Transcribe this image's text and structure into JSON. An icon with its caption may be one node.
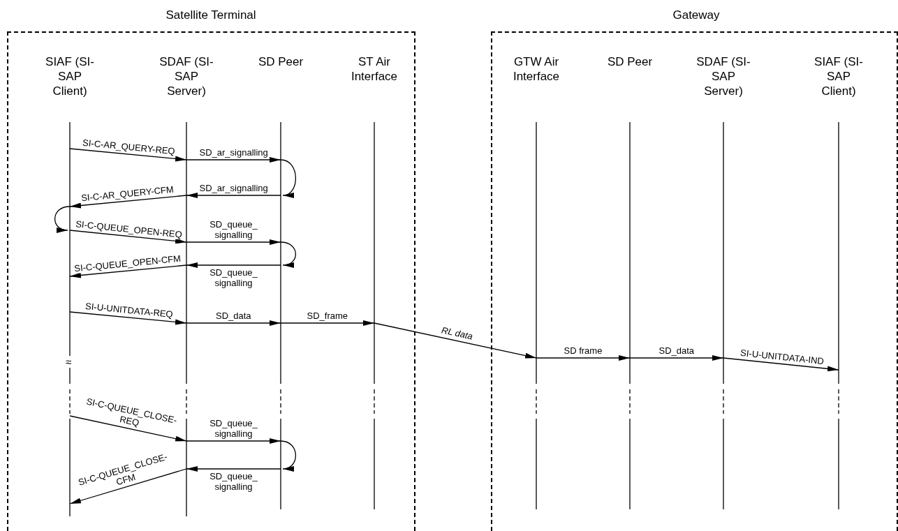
{
  "diagram": {
    "nodes": [
      {
        "text": [
          "Satellite Terminal"
        ]
      },
      {
        "text": [
          "Gateway"
        ]
      },
      {
        "text": [
          "SIAF (SI-SAP Client)"
        ],
        "in": 0
      },
      {
        "text": [
          "SDAF (SI-SAP Server)"
        ],
        "in": 0
      },
      {
        "text": [
          "SD Peer"
        ],
        "in": 0
      },
      {
        "text": [
          "ST Air Interface"
        ],
        "in": 0
      },
      {
        "text": [
          "GTW Air Interface"
        ],
        "in": 1
      },
      {
        "text": [
          "SD Peer"
        ],
        "in": 1
      },
      {
        "text": [
          "SDAF (SI-SAP Server)"
        ],
        "in": 1
      },
      {
        "text": [
          "SIAF (SI-SAP Client)"
        ],
        "in": 1
      }
    ],
    "edges": [
      {
        "from": 2,
        "to": 3,
        "arrow": "to",
        "label": "SI-C-AR_QUERY-REQ"
      },
      {
        "from": 3,
        "to": 4,
        "arrow": "to",
        "label": "SD_ar_signalling"
      },
      {
        "from": 4,
        "to": 4,
        "arrow": "to"
      },
      {
        "from": 4,
        "to": 3,
        "arrow": "to",
        "label": "SD_ar_signalling"
      },
      {
        "from": 3,
        "to": 2,
        "arrow": "to",
        "label": "SI-C-AR_QUERY-CFM"
      },
      {
        "from": 2,
        "to": 2,
        "arrow": "to"
      },
      {
        "from": 2,
        "to": 3,
        "arrow": "to",
        "label": "SI-C-QUEUE_OPEN-REQ"
      },
      {
        "from": 3,
        "to": 4,
        "arrow": "to",
        "label": "SD_queue_ signalling"
      },
      {
        "from": 4,
        "to": 4,
        "arrow": "to"
      },
      {
        "from": 4,
        "to": 3,
        "arrow": "to",
        "label": "SD_queue_ signalling"
      },
      {
        "from": 3,
        "to": 2,
        "arrow": "to",
        "label": "SI-C-QUEUE_OPEN-CFM"
      },
      {
        "from": 2,
        "to": 3,
        "arrow": "to",
        "label": "SI-U-UNITDATA-REQ"
      },
      {
        "from": 3,
        "to": 4,
        "arrow": "to",
        "label": "SD_data"
      },
      {
        "from": 4,
        "to": 5,
        "arrow": "to",
        "label": "SD_frame"
      },
      {
        "from": 5,
        "to": 6,
        "arrow": "to",
        "label": "*RL data*"
      },
      {
        "from": 6,
        "to": 7,
        "arrow": "to",
        "label": "SD frame"
      },
      {
        "from": 7,
        "to": 8,
        "arrow": "to",
        "label": "SD_data"
      },
      {
        "from": 8,
        "to": 9,
        "arrow": "to",
        "label": "SI-U-UNITDATA-IND"
      },
      {
        "from": 2,
        "to": 3,
        "arrow": "to",
        "label": "SI-C-QUEUE_CLOSE- REQ"
      },
      {
        "from": 3,
        "to": 4,
        "arrow": "to",
        "label": "SD_queue_ signalling"
      },
      {
        "from": 4,
        "to": 4,
        "arrow": "to"
      },
      {
        "from": 4,
        "to": 3,
        "arrow": "to",
        "label": "SD_queue_ signalling"
      },
      {
        "from": 3,
        "to": 2,
        "arrow": "to",
        "label": "SI-C-QUEUE_CLOSE- CFM"
      }
    ],
    "labels": [
      "≈"
    ]
  }
}
